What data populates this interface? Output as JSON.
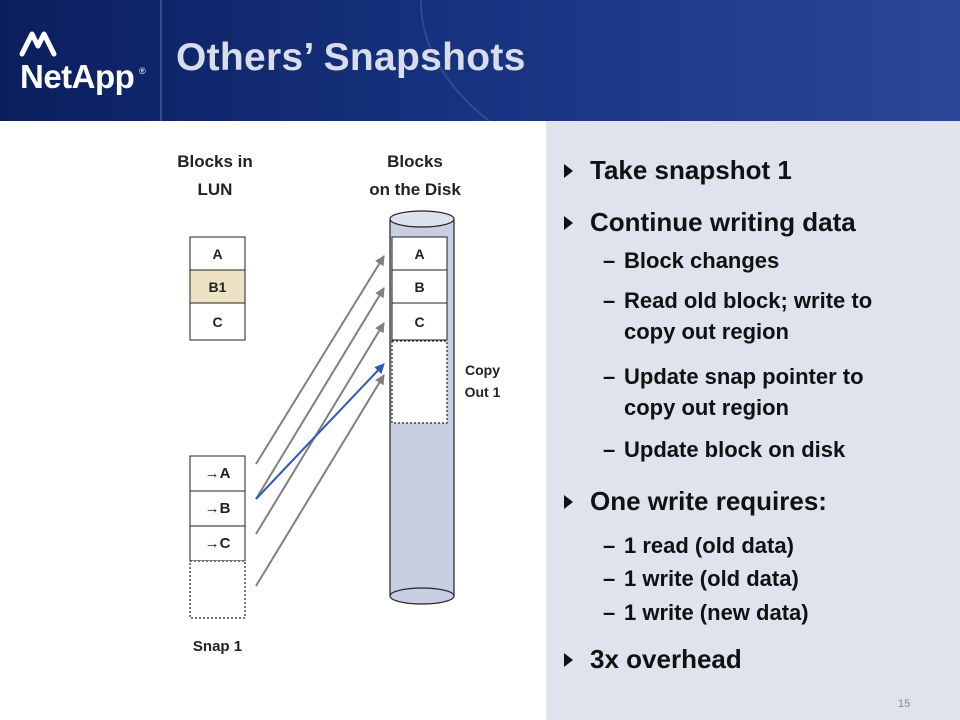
{
  "header": {
    "title": "Others’ Snapshots",
    "logo_text": "NetApp",
    "logo_mark": "®"
  },
  "diagram": {
    "lun_label_1": "Blocks in",
    "lun_label_2": "LUN",
    "disk_label_1": "Blocks",
    "disk_label_2": "on the Disk",
    "lun_blocks": [
      "A",
      "B1",
      "C"
    ],
    "disk_blocks": [
      "A",
      "B",
      "C"
    ],
    "snap_blocks": [
      "→A",
      "→B",
      "→C"
    ],
    "snap_label": "Snap 1",
    "copy_out_label_1": "Copy",
    "copy_out_label_2": "Out 1",
    "colors": {
      "lun_changed_block": "#ede3c4",
      "disk_cylinder": "#c8cfe3",
      "arrow_gray": "#808080",
      "arrow_blue": "#2e5bb5"
    }
  },
  "bullets": {
    "b1": "Take snapshot 1",
    "b2": "Continue writing data",
    "b2_subs": [
      "Block changes",
      "Read old block; write to",
      "copy out region",
      "Update snap pointer to",
      "copy out region",
      "Update block on disk"
    ],
    "b3": "One write requires:",
    "b3_subs": [
      "1 read (old data)",
      "1 write (old data)",
      "1 write (new data)"
    ],
    "b4": "3x overhead",
    "dash": "–"
  },
  "page_number": "15"
}
